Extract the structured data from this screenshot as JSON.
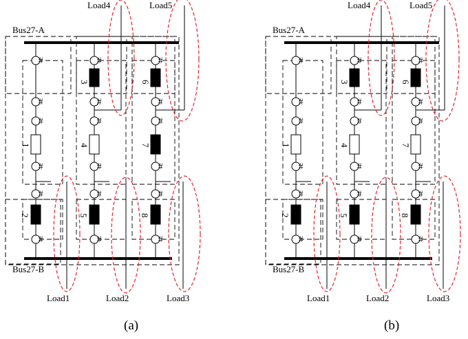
{
  "panels": [
    {
      "id": "a",
      "caption": "(a)",
      "bus_top": "Bus27-A",
      "bus_bottom": "Bus27-B",
      "loads": [
        "Load1",
        "Load2",
        "Load3",
        "Load4",
        "Load5"
      ],
      "breaker_numbers": [
        "1",
        "2",
        "3",
        "4",
        "5",
        "6",
        "7",
        "8"
      ],
      "breaker_closed": {
        "1": false,
        "2": true,
        "3": true,
        "4": false,
        "5": true,
        "6": true,
        "7": true,
        "8": true
      }
    },
    {
      "id": "b",
      "caption": "(b)",
      "bus_top": "Bus27-A",
      "bus_bottom": "Bus27-B",
      "loads": [
        "Load1",
        "Load2",
        "Load3",
        "Load4",
        "Load5"
      ],
      "breaker_numbers": [
        "1",
        "2",
        "3",
        "4",
        "5",
        "6",
        "7",
        "8"
      ],
      "breaker_closed": {
        "1": false,
        "2": true,
        "3": true,
        "4": false,
        "5": true,
        "6": true,
        "7": false,
        "8": true
      }
    }
  ],
  "colors": {
    "line": "#000000",
    "highlight": "#e8202a"
  }
}
